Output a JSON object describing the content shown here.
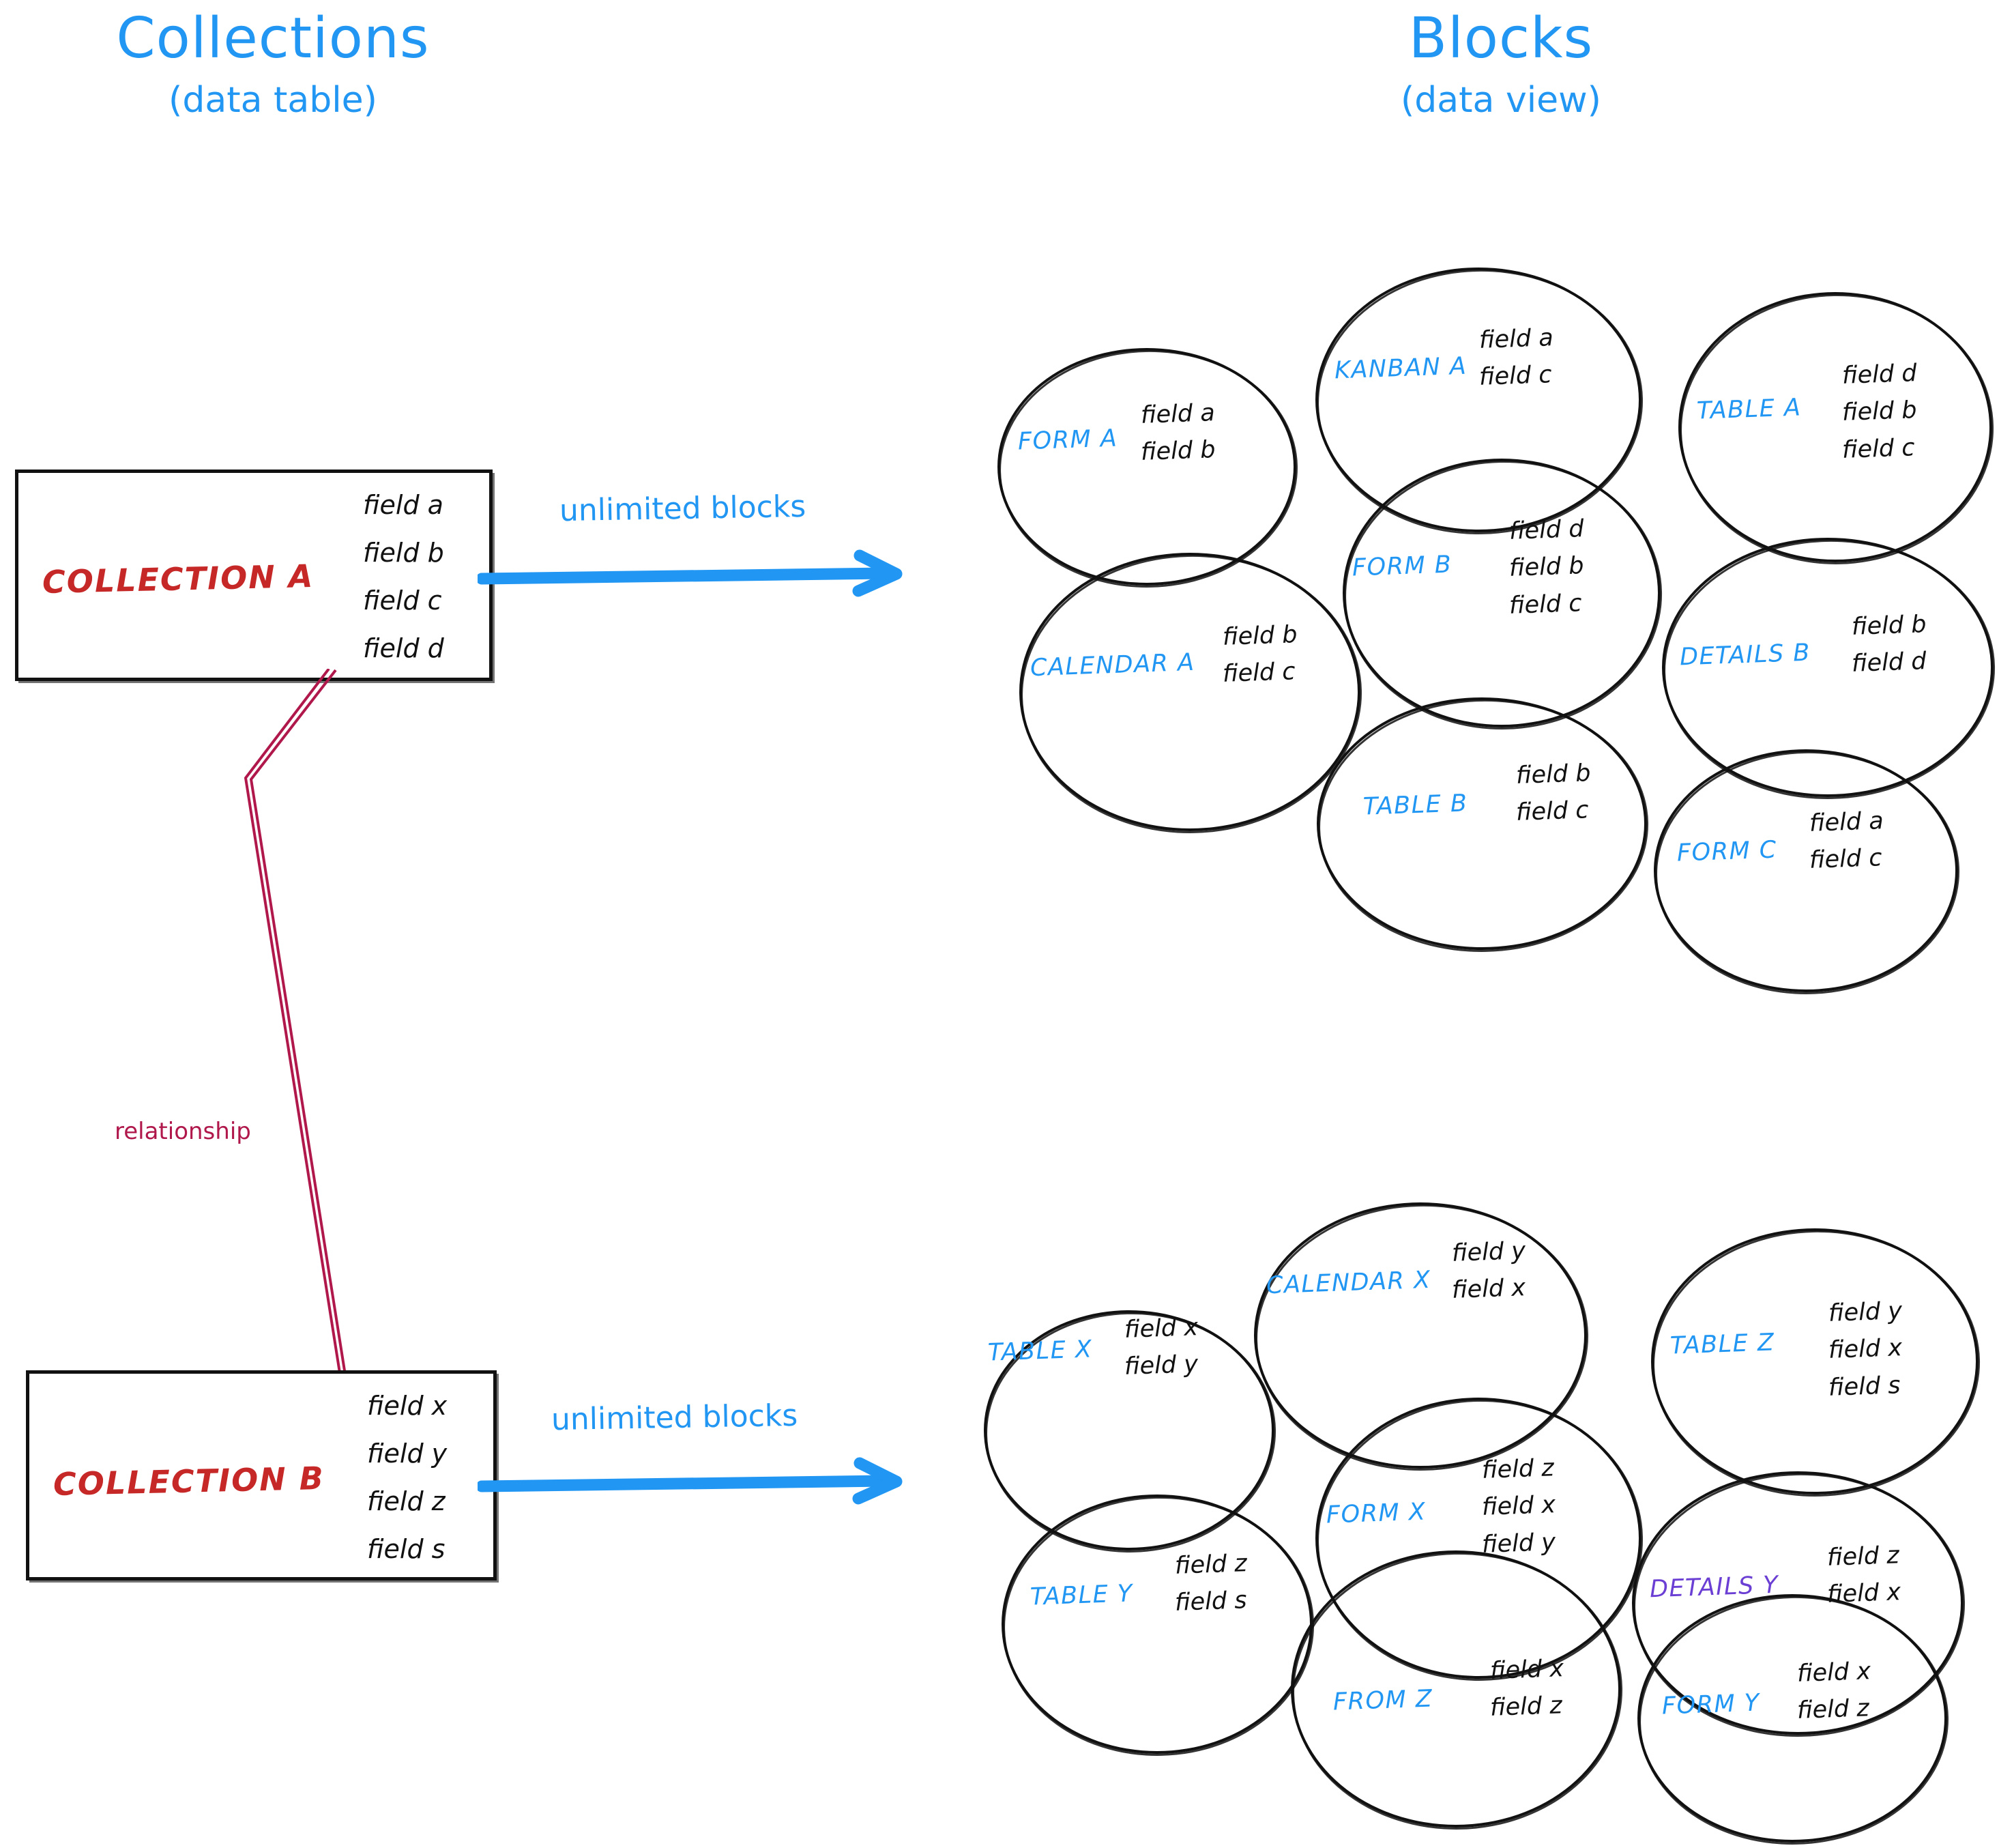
{
  "headings": {
    "left": {
      "title": "Collections",
      "subtitle": "(data table)"
    },
    "right": {
      "title": "Blocks",
      "subtitle": "(data view)"
    }
  },
  "colors": {
    "accent_blue": "#2196F3",
    "collection_red": "#C62828",
    "relationship_crimson": "#B0184C",
    "details_purple": "#6B3FD4",
    "ink_black": "#111111"
  },
  "collections": [
    {
      "name": "COLLECTION A",
      "fields": [
        "field a",
        "field b",
        "field c",
        "field d"
      ],
      "arrow_label": "unlimited blocks"
    },
    {
      "name": "COLLECTION B",
      "fields": [
        "field x",
        "field y",
        "field z",
        "field s"
      ],
      "arrow_label": "unlimited blocks"
    }
  ],
  "relationship": {
    "label": "relationship"
  },
  "blocks_group_a": [
    {
      "label": "FORM A",
      "fields": [
        "field a",
        "field b"
      ],
      "color": "blue"
    },
    {
      "label": "KANBAN A",
      "fields": [
        "field a",
        "field c"
      ],
      "color": "blue"
    },
    {
      "label": "TABLE A",
      "fields": [
        "field d",
        "field b",
        "field c"
      ],
      "color": "blue"
    },
    {
      "label": "CALENDAR A",
      "fields": [
        "field b",
        "field c"
      ],
      "color": "blue"
    },
    {
      "label": "FORM B",
      "fields": [
        "field d",
        "field b",
        "field c"
      ],
      "color": "blue"
    },
    {
      "label": "DETAILS B",
      "fields": [
        "field b",
        "field d"
      ],
      "color": "blue"
    },
    {
      "label": "TABLE B",
      "fields": [
        "field b",
        "field c"
      ],
      "color": "blue"
    },
    {
      "label": "FORM C",
      "fields": [
        "field a",
        "field c"
      ],
      "color": "blue"
    }
  ],
  "blocks_group_b": [
    {
      "label": "TABLE X",
      "fields": [
        "field x",
        "field y"
      ],
      "color": "blue"
    },
    {
      "label": "CALENDAR X",
      "fields": [
        "field y",
        "field x"
      ],
      "color": "blue"
    },
    {
      "label": "TABLE Z",
      "fields": [
        "field y",
        "field x",
        "field s"
      ],
      "color": "blue"
    },
    {
      "label": "TABLE Y",
      "fields": [
        "field z",
        "field s"
      ],
      "color": "blue"
    },
    {
      "label": "FORM X",
      "fields": [
        "field z",
        "field x",
        "field y"
      ],
      "color": "blue"
    },
    {
      "label": "DETAILS Y",
      "fields": [
        "field z",
        "field x"
      ],
      "color": "purple"
    },
    {
      "label": "FROM Z",
      "fields": [
        "field x",
        "field z"
      ],
      "color": "blue"
    },
    {
      "label": "FORM Y",
      "fields": [
        "field x",
        "field z"
      ],
      "color": "blue"
    }
  ]
}
